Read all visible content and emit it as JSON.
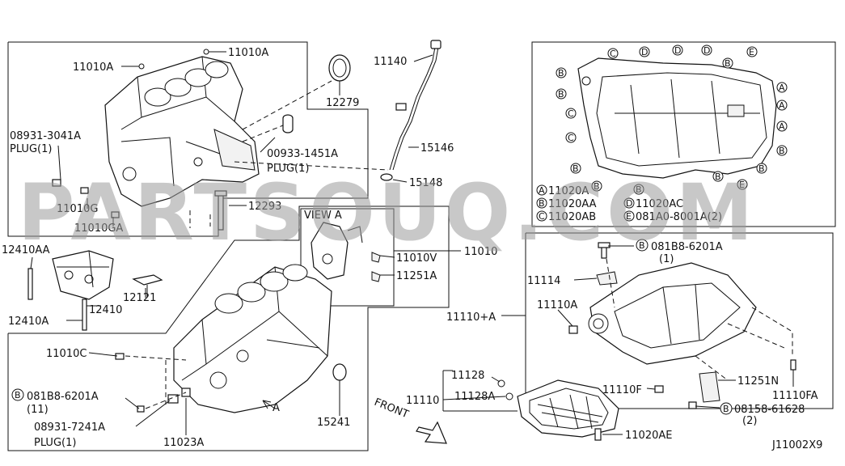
{
  "watermark": "PARTSOUQ.COM",
  "diagram_code": "J11002X9",
  "front_label": "FRONT",
  "view_label": "VIEW A",
  "view_marker": "A",
  "labels": {
    "p11010A_top": "11010A",
    "p11010A_left": "11010A",
    "p12279": "12279",
    "p11140": "11140",
    "p15146": "15146",
    "p15148": "15148",
    "p08931_3041A": "08931-3041A",
    "plug1_a": "PLUG(1)",
    "p00933_1451A": "00933-1451A",
    "plug1_b": "PLUG(1)",
    "p11010G": "11010G",
    "p11010GA": "11010GA",
    "p12293": "12293",
    "p12410AA": "12410AA",
    "p12121": "12121",
    "p12410": "12410",
    "p12410A": "12410A",
    "p11010V": "11010V",
    "p11251A": "11251A",
    "p11010": "11010",
    "p11010C": "11010C",
    "p081B8_6201A_left": "081B8-6201A",
    "qty11": "(11)",
    "p08931_7241A": "08931-7241A",
    "plug1_c": "PLUG(1)",
    "p11023A": "11023A",
    "p15241": "15241",
    "legend_A": "11020A",
    "legend_B": "11020AA",
    "legend_C": "11020AB",
    "legend_D": "11020AC",
    "legend_E": "081A0-8001A(2)",
    "p081B8_6201A_right": "081B8-6201A",
    "qty1": "(1)",
    "p11114": "11114",
    "p11110A": "11110A",
    "p11110_plusA": "11110+A",
    "p11128": "11128",
    "p11110": "11110",
    "p11128A": "11128A",
    "p11110F": "11110F",
    "p11251N": "11251N",
    "p11110FA": "11110FA",
    "p08158_61628": "08158-61628",
    "qty2": "(2)",
    "p11020AE": "11020AE"
  },
  "circle_letters": {
    "A": "A",
    "B": "B",
    "C": "C",
    "D": "D",
    "E": "E"
  }
}
